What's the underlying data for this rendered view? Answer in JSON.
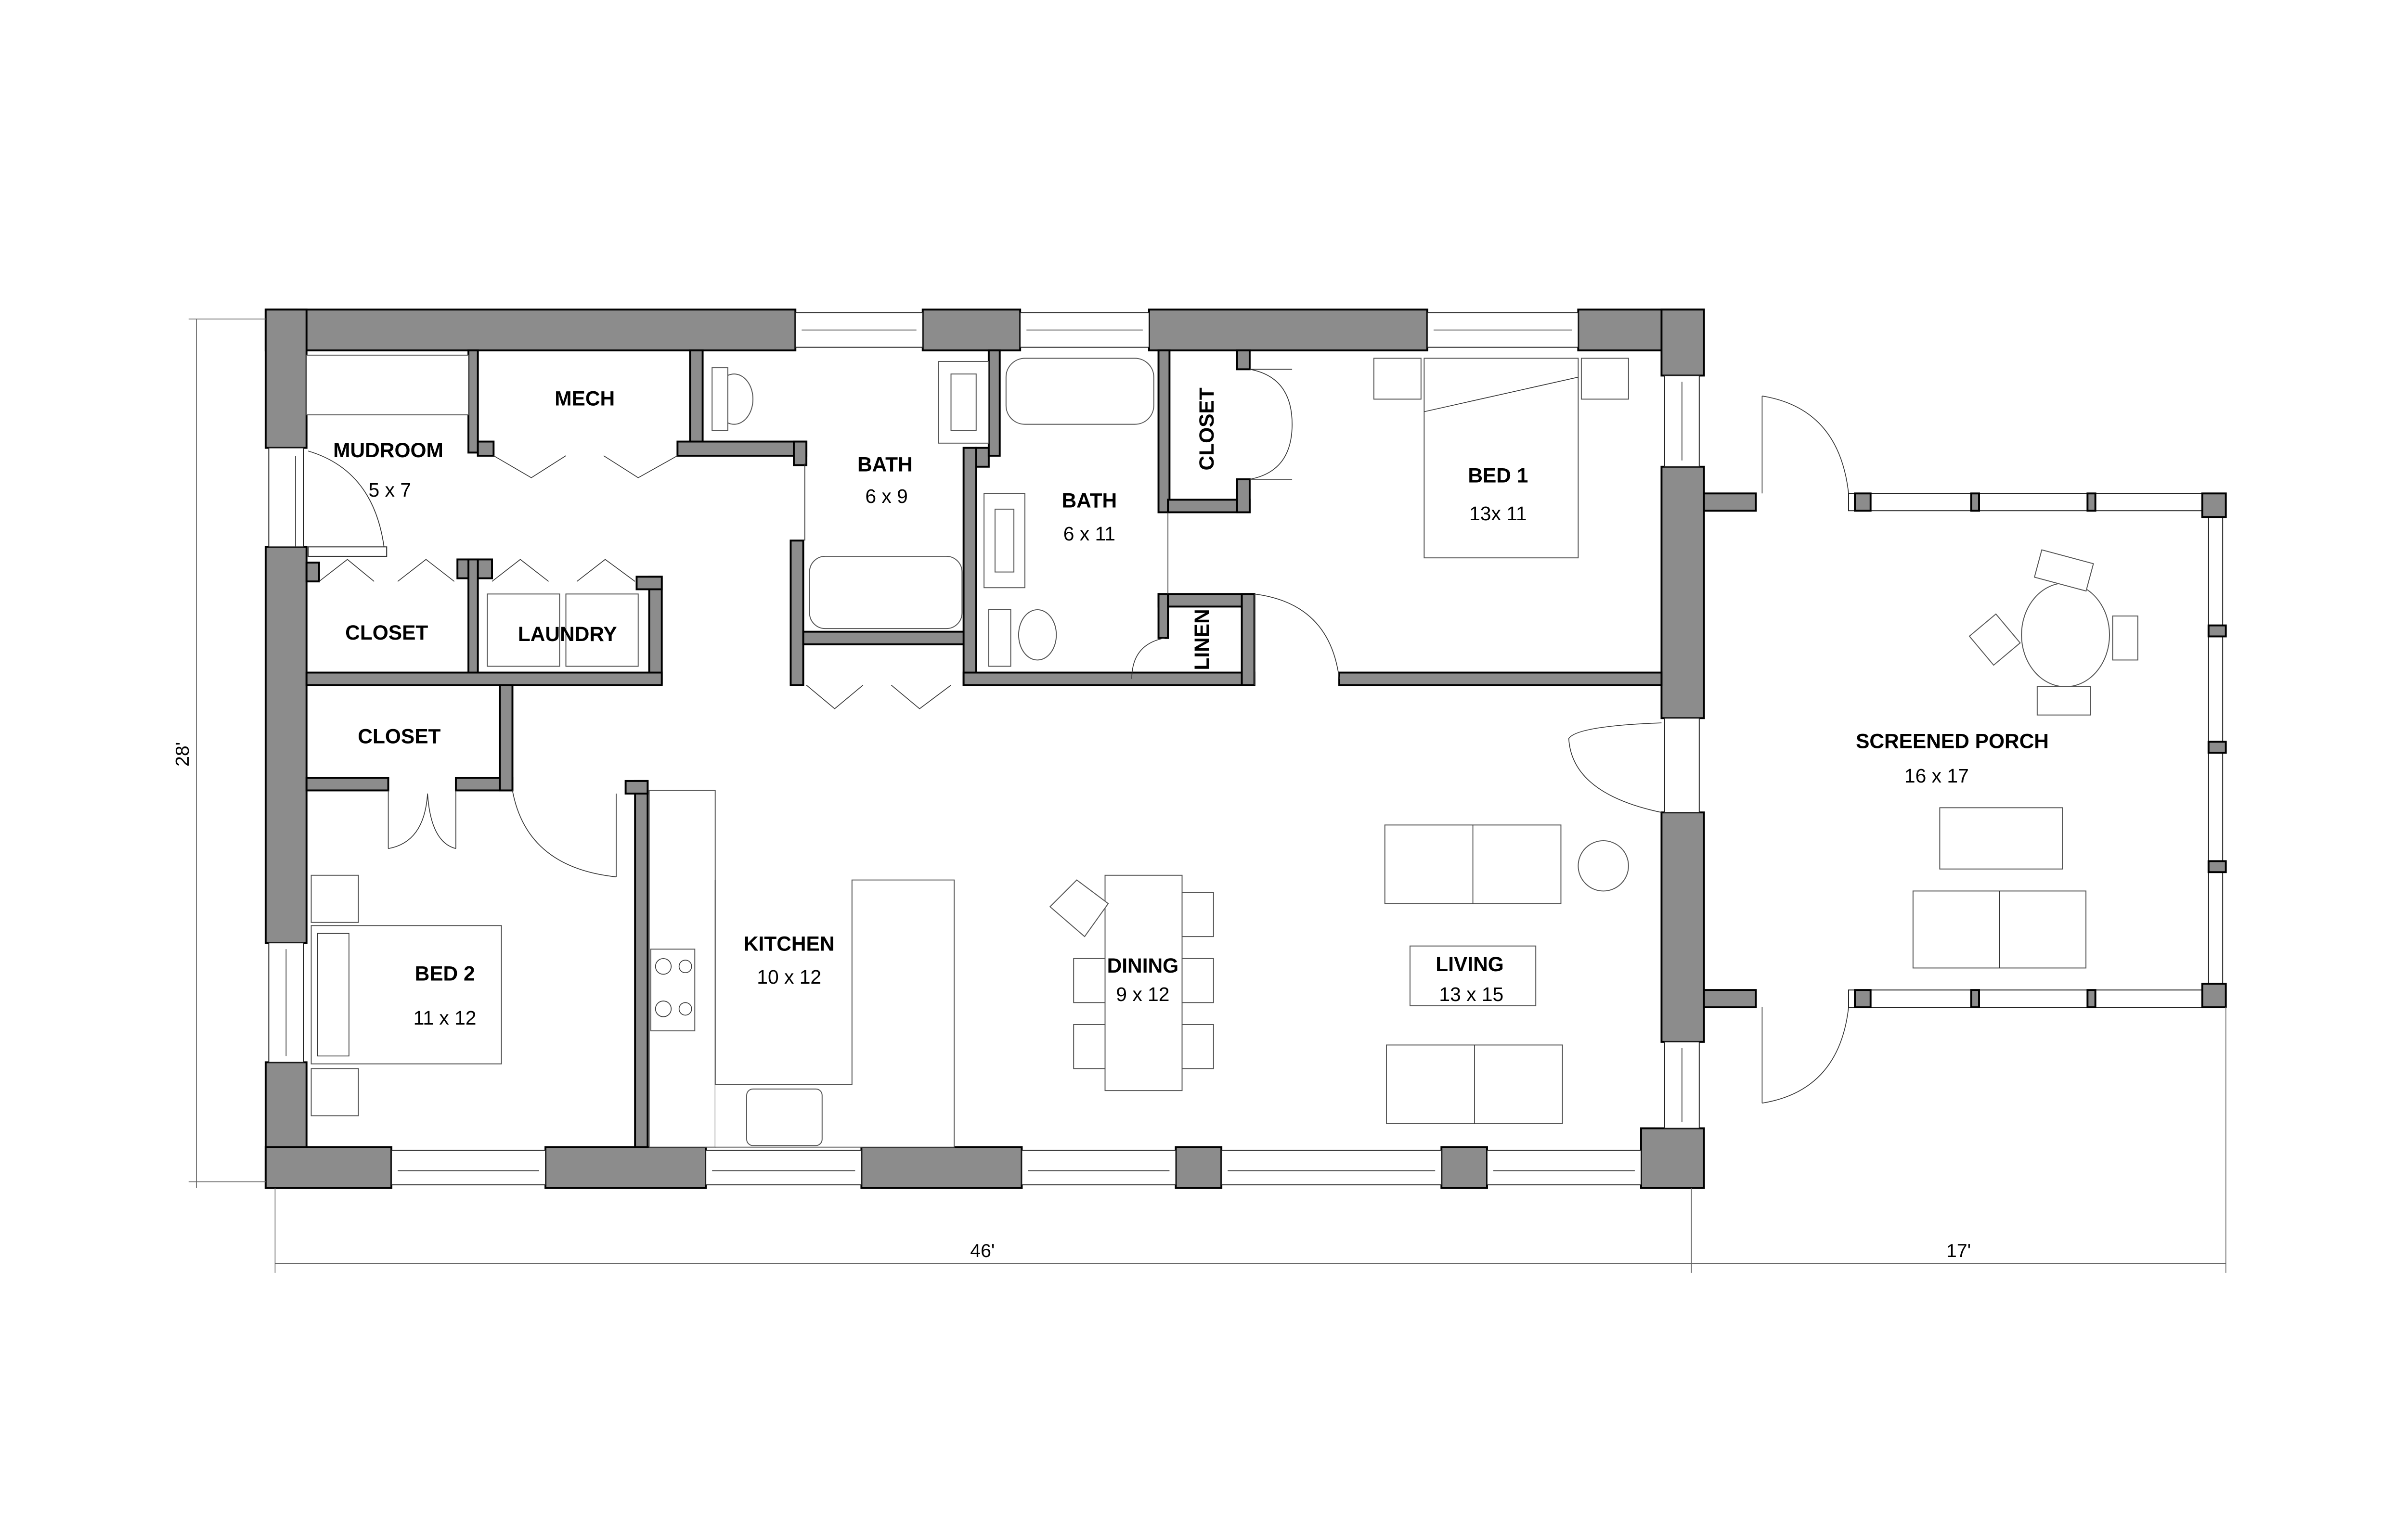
{
  "plan": {
    "rooms": [
      {
        "id": "mudroom",
        "name": "MUDROOM",
        "size": "5 x 7"
      },
      {
        "id": "mech",
        "name": "MECH",
        "size": ""
      },
      {
        "id": "bath-a",
        "name": "BATH",
        "size": "6 x 9"
      },
      {
        "id": "bath-b",
        "name": "BATH",
        "size": "6 x 11"
      },
      {
        "id": "closet-bed1",
        "name": "CLOSET",
        "size": ""
      },
      {
        "id": "linen",
        "name": "LINEN",
        "size": ""
      },
      {
        "id": "bed1",
        "name": "BED 1",
        "size": "13x 11"
      },
      {
        "id": "closet-mud",
        "name": "CLOSET",
        "size": ""
      },
      {
        "id": "laundry",
        "name": "LAUNDRY",
        "size": ""
      },
      {
        "id": "closet-bed2",
        "name": "CLOSET",
        "size": ""
      },
      {
        "id": "bed2",
        "name": "BED 2",
        "size": "11 x 12"
      },
      {
        "id": "kitchen",
        "name": "KITCHEN",
        "size": "10 x 12"
      },
      {
        "id": "dining",
        "name": "DINING",
        "size": "9 x 12"
      },
      {
        "id": "living",
        "name": "LIVING",
        "size": "13 x 15"
      },
      {
        "id": "porch",
        "name": "SCREENED PORCH",
        "size": "16 x 17"
      }
    ],
    "dimensions": {
      "height": "28'",
      "house_width": "46'",
      "porch_width": "17'"
    },
    "colors": {
      "wall": "#8c8c8c",
      "line": "#000000",
      "background": "#ffffff"
    }
  }
}
